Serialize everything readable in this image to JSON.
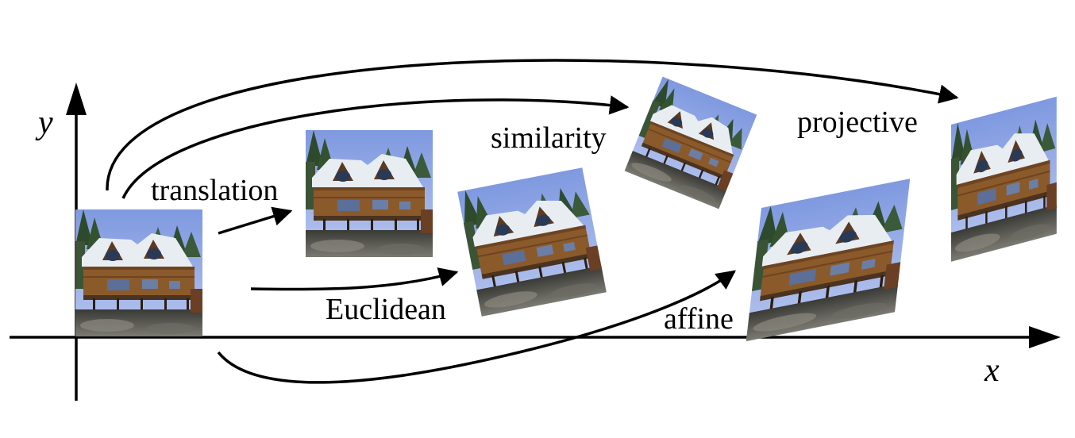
{
  "axes": {
    "x_label": "x",
    "y_label": "y"
  },
  "transformations": [
    {
      "id": "translation",
      "label": "translation"
    },
    {
      "id": "euclidean",
      "label": "Euclidean"
    },
    {
      "id": "similarity",
      "label": "similarity"
    },
    {
      "id": "affine",
      "label": "affine"
    },
    {
      "id": "projective",
      "label": "projective"
    }
  ],
  "picture_subject": "house photo",
  "colors": {
    "sky": "#8fa8e8",
    "roof": "#e9eef3",
    "wall": "#8b5a2b",
    "ground": "#4b4b48",
    "trees": "#2f4f2f"
  }
}
